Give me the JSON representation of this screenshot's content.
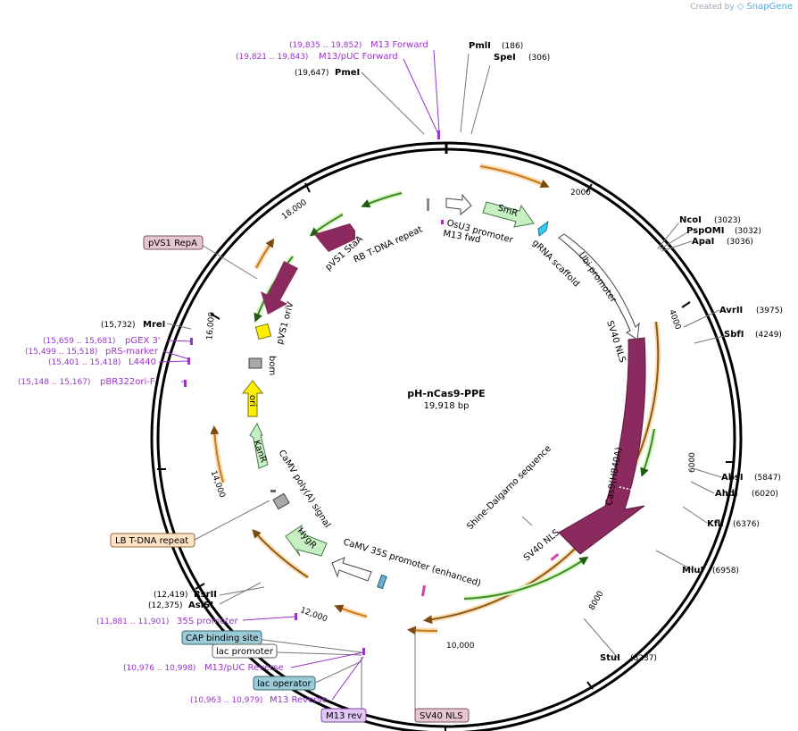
{
  "brand": {
    "prefix": "Created by",
    "name": "SnapGene"
  },
  "plasmid": {
    "name": "pH-nCas9-PPE",
    "length": "19,918 bp"
  },
  "ticks": [
    "2000",
    "4000",
    "6000",
    "8000",
    "10,000",
    "12,000",
    "14,000",
    "16,000",
    "18,000"
  ],
  "enzymes": [
    {
      "name": "PmlI",
      "pos": "(186)"
    },
    {
      "name": "SpeI",
      "pos": "(306)"
    },
    {
      "name": "NcoI",
      "pos": "(3023)"
    },
    {
      "name": "PspOMI",
      "pos": "(3032)"
    },
    {
      "name": "ApaI",
      "pos": "(3036)"
    },
    {
      "name": "AvrII",
      "pos": "(3975)"
    },
    {
      "name": "SbfI",
      "pos": "(4249)"
    },
    {
      "name": "AbsI",
      "pos": "(5847)"
    },
    {
      "name": "AhdI",
      "pos": "(6020)"
    },
    {
      "name": "KflI",
      "pos": "(6376)"
    },
    {
      "name": "MluI",
      "pos": "(6958)"
    },
    {
      "name": "StuI",
      "pos": "(8237)"
    },
    {
      "name": "RsrII",
      "pos": "(12,419)"
    },
    {
      "name": "AsiSI",
      "pos": "(12,375)"
    },
    {
      "name": "MreI",
      "pos": "(15,732)"
    },
    {
      "name": "PmeI",
      "pos": "(19,647)"
    }
  ],
  "primers": [
    {
      "name": "M13 Forward",
      "pos": "(19,835 .. 19,852)"
    },
    {
      "name": "M13/pUC Forward",
      "pos": "(19,821 .. 19,843)"
    },
    {
      "name": "pGEX 3'",
      "pos": "(15,659 .. 15,681)"
    },
    {
      "name": "pRS-marker",
      "pos": "(15,499 .. 15,518)"
    },
    {
      "name": "L4440",
      "pos": "(15,401 .. 15,418)"
    },
    {
      "name": "pBR322ori-F",
      "pos": "(15,148 .. 15,167)"
    },
    {
      "name": "35S promoter",
      "pos": "(11,881 .. 11,901)"
    },
    {
      "name": "M13/pUC Reverse",
      "pos": "(10,976 .. 10,998)"
    },
    {
      "name": "M13 Reverse",
      "pos": "(10,963 .. 10,979)"
    }
  ],
  "boxed": {
    "pvs1_repa": "pVS1 RepA",
    "lb_tdna": "LB T-DNA repeat",
    "cap_binding": "CAP binding site",
    "lac_promoter": "lac promoter",
    "lac_operator": "lac operator",
    "m13_rev": "M13 rev",
    "sv40_nls_box": "SV40 NLS"
  },
  "features": {
    "osu3": "OsU3 promoter",
    "m13fwd": "M13 fwd",
    "rb_tdna": "RB T-DNA repeat",
    "pvs1_stab": "pVS1 StaA",
    "pvs1_oriv": "pVS1 oriV",
    "bom": "bom",
    "ori": "ori",
    "kanr": "KanR",
    "smr": "SmR",
    "grna": "gRNA scaffold",
    "ubi": "Ubi promoter",
    "sv40nls_top": "SV40 NLS",
    "cas9": "Cas9(H840A)",
    "shine": "Shine-Dalgarno sequence",
    "sv40nls_bottom": "SV40 NLS",
    "camv_polya": "CaMV poly(A) signal",
    "hygr": "HygR",
    "camv35s": "CaMV 35S promoter (enhanced)"
  },
  "colors": {
    "backbone": "#000000",
    "cds_purple": "#8b2a5e",
    "marker_green": "#c6f0c4",
    "ori_yellow": "#ffee00",
    "orange_arrow": "#c87a1e",
    "green_arrow": "#3a8a1e",
    "primer_purple": "#9933cc",
    "box_pink": "#e8c6cf",
    "box_orange": "#fde2c4",
    "box_blue": "#9ccbd8",
    "box_violet": "#e2c6f5",
    "grna_cyan": "#35c8f0"
  }
}
